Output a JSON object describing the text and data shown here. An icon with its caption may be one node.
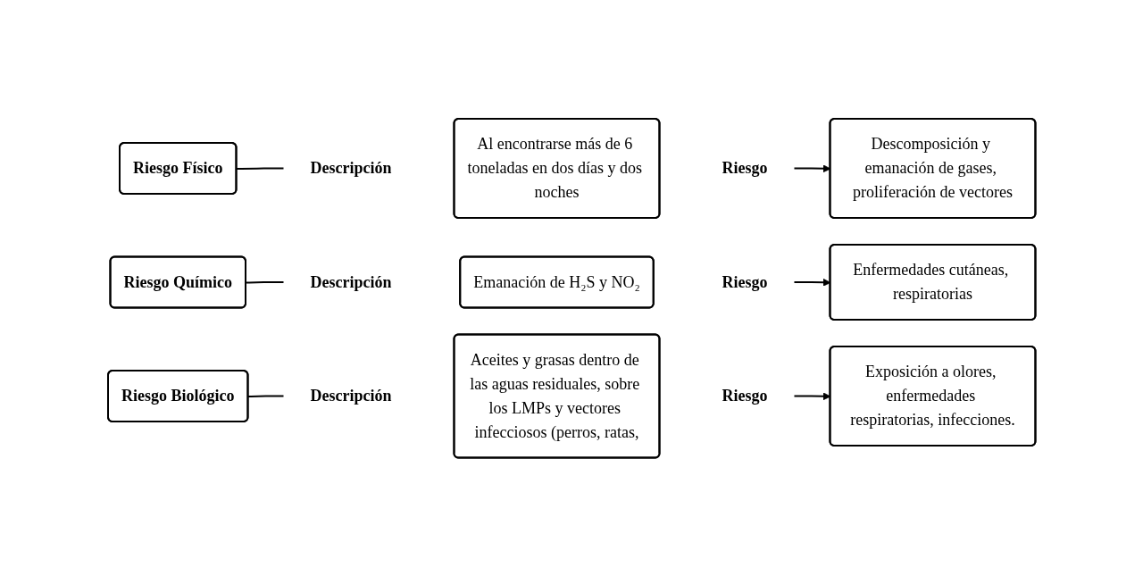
{
  "diagram": {
    "nodes": [
      {
        "text": [
          "Riesgo Físico"
        ]
      },
      {
        "text": [
          "Descripción"
        ]
      },
      {
        "text": [
          "Al encontrarse más de 6 toneladas en dos días y dos noches"
        ]
      },
      {
        "text": [
          "Riesgo"
        ]
      },
      {
        "text": [
          "Descomposición y emanación de gases, proliferación de vectores"
        ]
      },
      {
        "text": [
          "Riesgo Químico"
        ]
      },
      {
        "text": [
          "Descripción"
        ]
      },
      {
        "text": [
          "Emanación de H₂S y NO₂"
        ]
      },
      {
        "text": [
          "Riesgo"
        ]
      },
      {
        "text": [
          "Enfermedades cutáneas, respiratorias"
        ]
      },
      {
        "text": [
          "Riesgo Biológico"
        ]
      },
      {
        "text": [
          "Descripción"
        ]
      },
      {
        "text": [
          "Aceites y grasas dentro de las aguas residuales, sobre los LMPs y vectores infecciosos (perros, ratas,"
        ]
      },
      {
        "text": [
          "Riesgo"
        ]
      },
      {
        "text": [
          "Exposición a olores, enfermedades respiratorias, infecciones."
        ]
      }
    ],
    "edges": [
      {
        "from": 0,
        "to": 1,
        "arrow": "none"
      },
      {
        "from": 3,
        "to": 4,
        "arrow": "to"
      },
      {
        "from": 5,
        "to": 6,
        "arrow": "none"
      },
      {
        "from": 8,
        "to": 9,
        "arrow": "to"
      },
      {
        "from": 10,
        "to": 11,
        "arrow": "none"
      },
      {
        "from": 13,
        "to": 14,
        "arrow": "to"
      }
    ]
  }
}
